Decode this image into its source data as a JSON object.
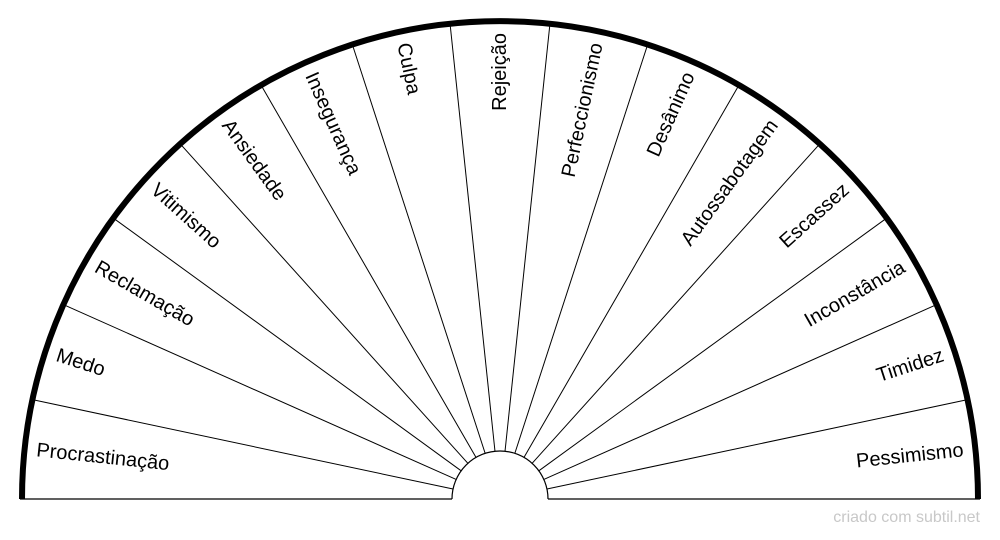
{
  "segments": [
    "Procrastinação",
    "Medo",
    "Reclamação",
    "Vitimismo",
    "Ansiedade",
    "Insegurança",
    "Culpa",
    "Rejeição",
    "Perfeccionismo",
    "Desânimo",
    "Autossabotagem",
    "Escassez",
    "Inconstância",
    "Timidez",
    "Pessimismo"
  ],
  "credit": "criado com subtil.net",
  "colors": {
    "stroke": "#000000",
    "fill": "#ffffff",
    "credit": "#c8c8c8"
  }
}
